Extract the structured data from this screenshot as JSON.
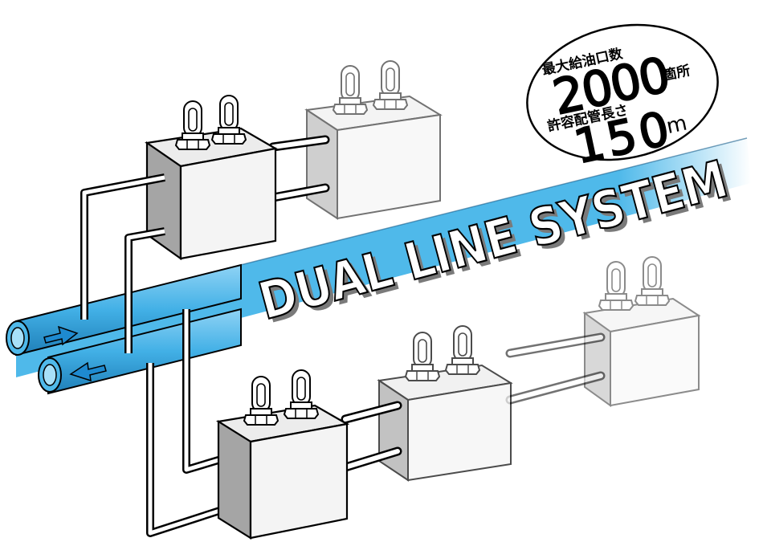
{
  "banner": {
    "title": "DUAL LINE SYSTEM"
  },
  "spec_bubble": {
    "outlets_label": "最大給油口数",
    "outlets_value": "2000",
    "outlets_unit": "箇所",
    "length_label": "許容配管長さ",
    "length_value": "150",
    "length_unit": "m"
  },
  "colors": {
    "main_line": "#4fb9ea",
    "main_line_edge": "#1a5f8c",
    "arrow": "#1e8ad0",
    "block_front": "#f2f2f2",
    "block_side": "#a9a9a9",
    "block_top": "#e8e8e8"
  },
  "icons": {
    "supply_arrow": "arrow-right-icon",
    "return_arrow": "arrow-left-icon"
  }
}
